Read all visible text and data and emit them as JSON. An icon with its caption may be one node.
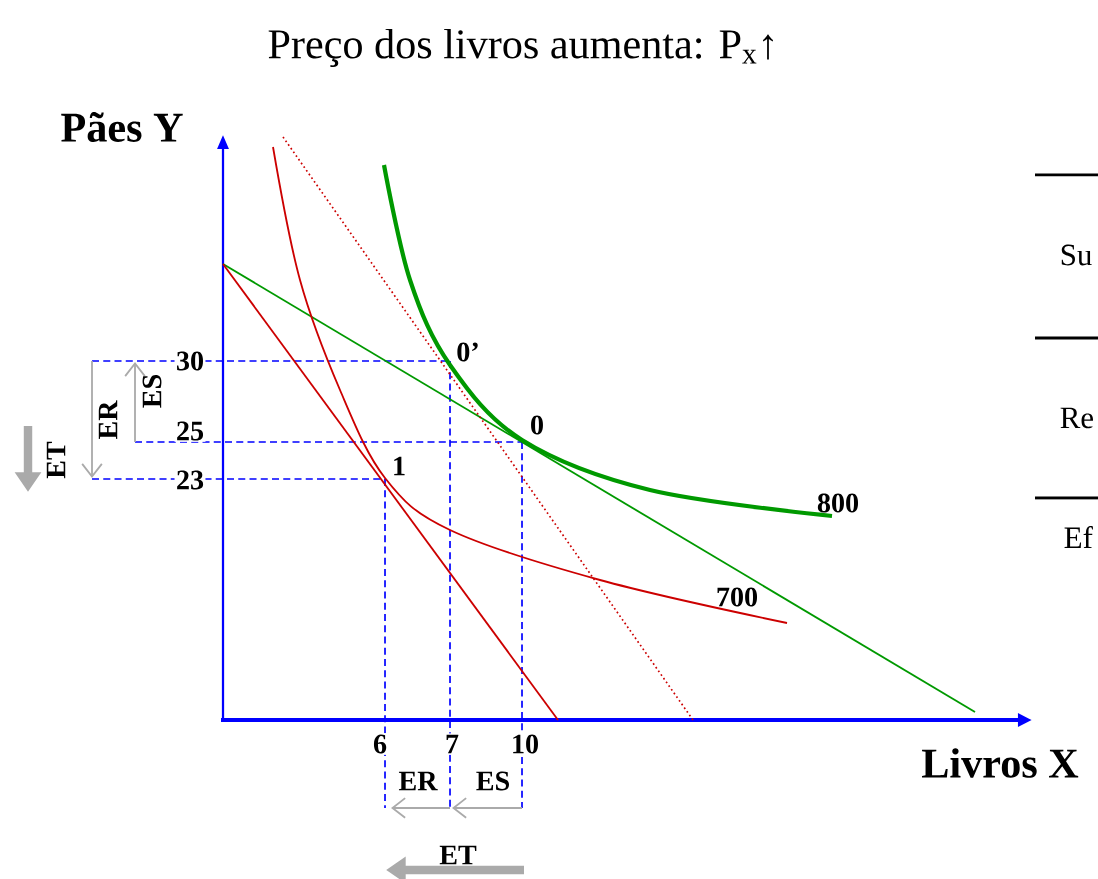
{
  "diagram": {
    "title": "Preço dos livros aumenta: P$_{x}$↑",
    "labels": [
      "Pães Y",
      "30",
      "0’",
      "ES",
      "ER",
      "25",
      "0",
      "ET",
      "23",
      "1",
      "Su",
      "Re",
      "800",
      "Ef",
      "700",
      "6",
      "7",
      "10",
      "Livros X",
      "ER",
      "ES",
      "ET"
    ]
  }
}
